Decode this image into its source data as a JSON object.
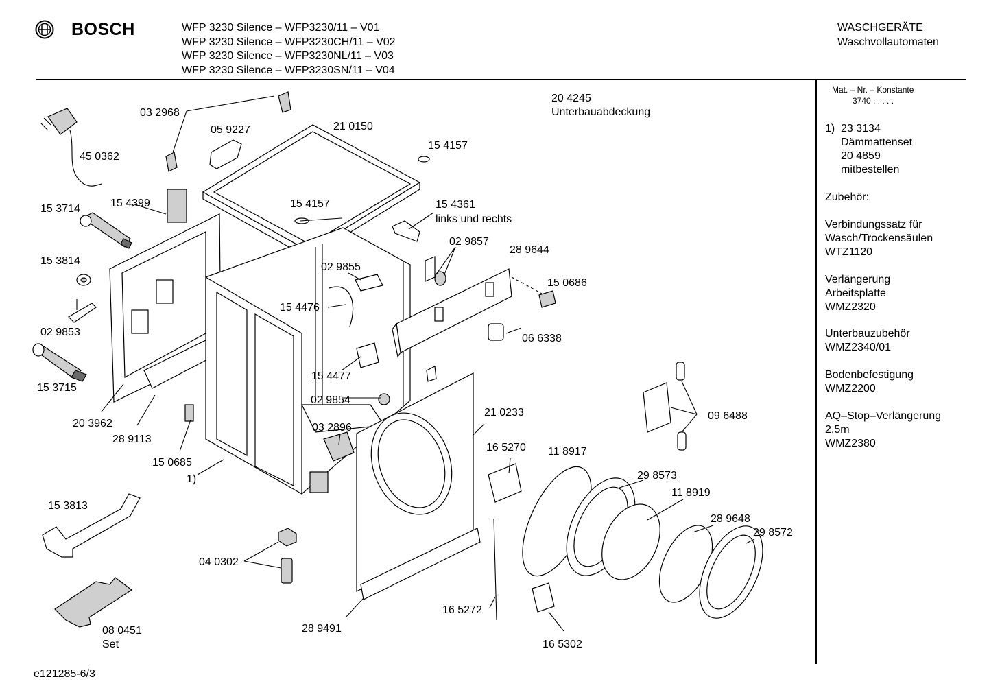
{
  "header": {
    "brand": "BOSCH",
    "models": [
      "WFP 3230 Silence – WFP3230/11 – V01",
      "WFP 3230 Silence – WFP3230CH/11 – V02",
      "WFP 3230 Silence – WFP3230NL/11 – V03",
      "WFP 3230 Silence – WFP3230SN/11 – V04"
    ],
    "category": "WASCHGERÄTE",
    "subcategory": "Waschvollautomaten"
  },
  "sidebar": {
    "mat_label": "Mat. – Nr. – Konstante",
    "mat_value": "3740  .  .  .  .  .",
    "note_marker": "1)",
    "note_lines": [
      "23 3134",
      "Dämmattenset",
      "20 4859",
      "mitbestellen"
    ],
    "accessories_title": "Zubehör:",
    "accessories": [
      {
        "lines": [
          "Verbindungssatz für",
          "Wasch/Trockensäulen",
          "WTZ1120"
        ]
      },
      {
        "lines": [
          "Verlängerung",
          "Arbeitsplatte",
          "WMZ2320"
        ]
      },
      {
        "lines": [
          "Unterbauzubehör",
          "WMZ2340/01"
        ]
      },
      {
        "lines": [
          "Bodenbefestigung",
          "WMZ2200"
        ]
      },
      {
        "lines": [
          "AQ–Stop–Verlängerung",
          "2,5m",
          "WMZ2380"
        ]
      }
    ]
  },
  "labels": {
    "p032968": "03 2968",
    "p059227": "05 9227",
    "p210150": "21 0150",
    "p154157a": "15 4157",
    "p204245": "20 4245",
    "p204245_desc": "Unterbauabdeckung",
    "p450362": "45 0362",
    "p153714": "15 3714",
    "p154399": "15 4399",
    "p154157b": "15 4157",
    "p154361": "15 4361",
    "p154361_desc": "links und rechts",
    "p029857": "02 9857",
    "p289644": "28 9644",
    "p153814": "15 3814",
    "p029855": "02 9855",
    "p150686": "15 0686",
    "p154476": "15 4476",
    "p029853": "02 9853",
    "p066338": "06 6338",
    "p153715": "15 3715",
    "p154477": "15 4477",
    "p203962": "20 3962",
    "p029854": "02 9854",
    "p289113": "28 9113",
    "p210233": "21 0233",
    "p096488": "09 6488",
    "p032896": "03 2896",
    "p150685": "15 0685",
    "p165270": "16 5270",
    "p118917": "11 8917",
    "p1": "1)",
    "p298573": "29 8573",
    "p118919": "11 8919",
    "p153813": "15 3813",
    "p289648": "28 9648",
    "p298572": "29 8572",
    "p040302": "04 0302",
    "p165272": "16 5272",
    "p289491": "28 9491",
    "p080451": "08 0451",
    "p080451_desc": "Set",
    "p165302": "16 5302"
  },
  "footer": {
    "code": "e121285-6/3"
  }
}
